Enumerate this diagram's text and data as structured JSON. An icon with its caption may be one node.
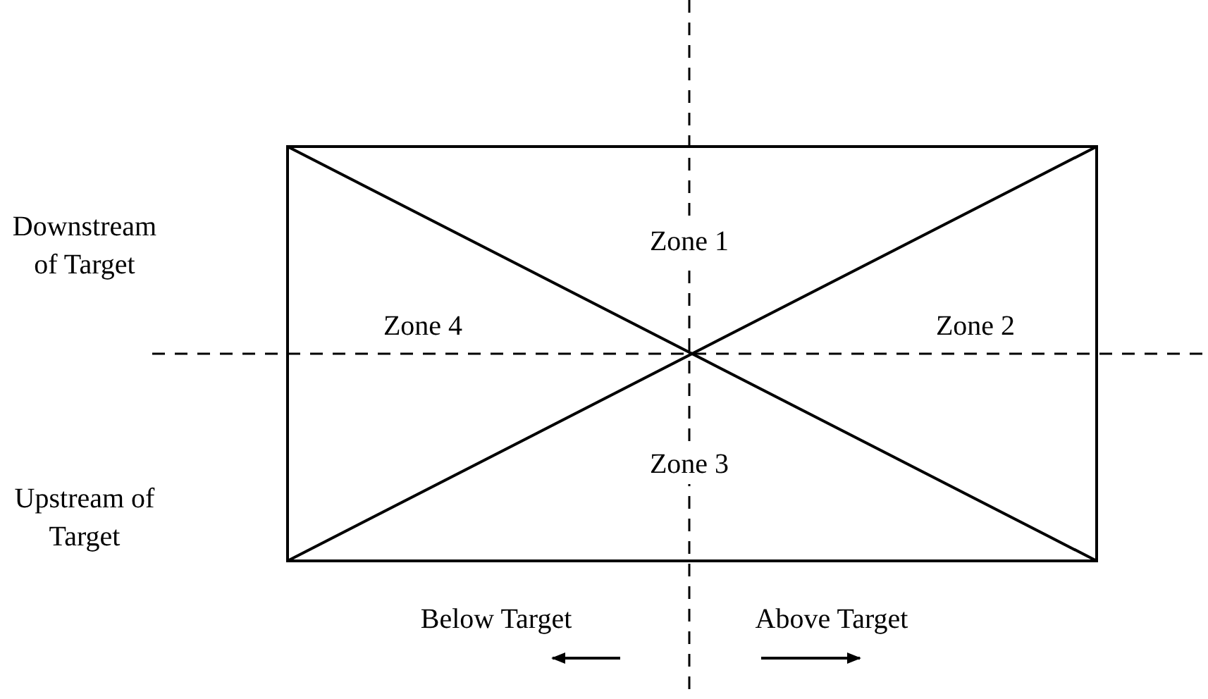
{
  "diagram": {
    "labels": [
      "Downstream of Target",
      "Zone 1",
      "Zone 4",
      "Zone 2",
      "Upstream of Target",
      "Zone 3",
      "Below Target",
      "Above Target"
    ]
  }
}
